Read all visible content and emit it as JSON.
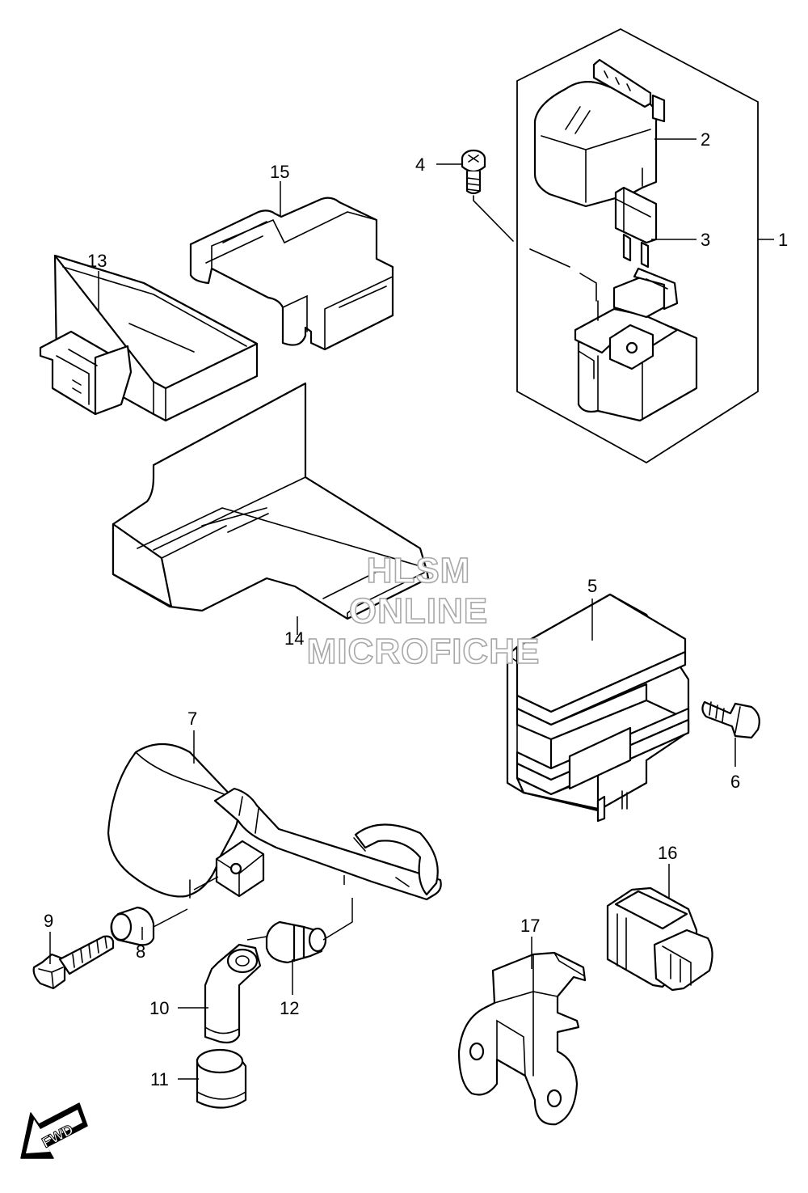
{
  "callouts": [
    {
      "id": "1",
      "label": "1"
    },
    {
      "id": "2",
      "label": "2"
    },
    {
      "id": "3",
      "label": "3"
    },
    {
      "id": "4",
      "label": "4"
    },
    {
      "id": "5",
      "label": "5"
    },
    {
      "id": "6",
      "label": "6"
    },
    {
      "id": "7",
      "label": "7"
    },
    {
      "id": "8",
      "label": "8"
    },
    {
      "id": "9",
      "label": "9"
    },
    {
      "id": "10",
      "label": "10"
    },
    {
      "id": "11",
      "label": "11"
    },
    {
      "id": "12",
      "label": "12"
    },
    {
      "id": "13",
      "label": "13"
    },
    {
      "id": "14",
      "label": "14"
    },
    {
      "id": "15",
      "label": "15"
    },
    {
      "id": "16",
      "label": "16"
    },
    {
      "id": "17",
      "label": "17"
    }
  ],
  "watermark": {
    "line1": "HLSM",
    "line2": "ONLINE",
    "line3": "MICROFICHE"
  },
  "direction_marker": {
    "label": "FWD",
    "icon": "fwd-arrow-icon"
  }
}
